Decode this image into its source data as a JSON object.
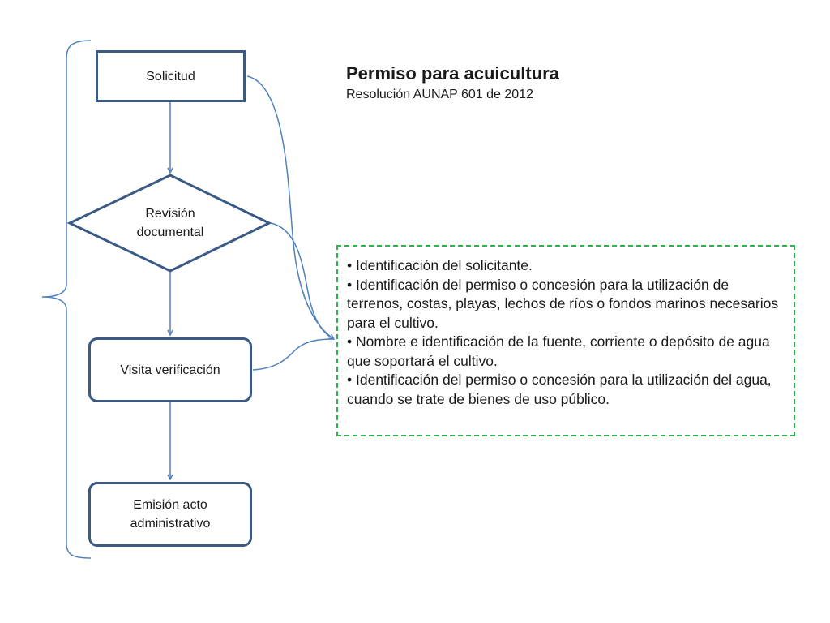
{
  "title": "Permiso para acuicultura",
  "subtitle": "Resolución AUNAP 601 de 2012",
  "nodes": {
    "solicitud": "Solicitud",
    "revision": "Revisión\ndocumental",
    "visita": "Visita verificación",
    "emision": "Emisión acto\nadministrativo"
  },
  "requirements": [
    "• Identificación del solicitante.",
    "• Identificación del permiso o concesión para la utilización de terrenos, costas, playas, lechos de ríos o fondos marinos necesarios para el cultivo.",
    "• Nombre e identificación de la fuente, corriente o depósito de agua que soportará el cultivo.",
    "• Identificación del permiso o concesión para la utilización del agua, cuando se trate de bienes de uso público."
  ],
  "colors": {
    "node_border": "#3a5a85",
    "connector": "#4f81bd",
    "requirements_border": "#2db34a"
  }
}
